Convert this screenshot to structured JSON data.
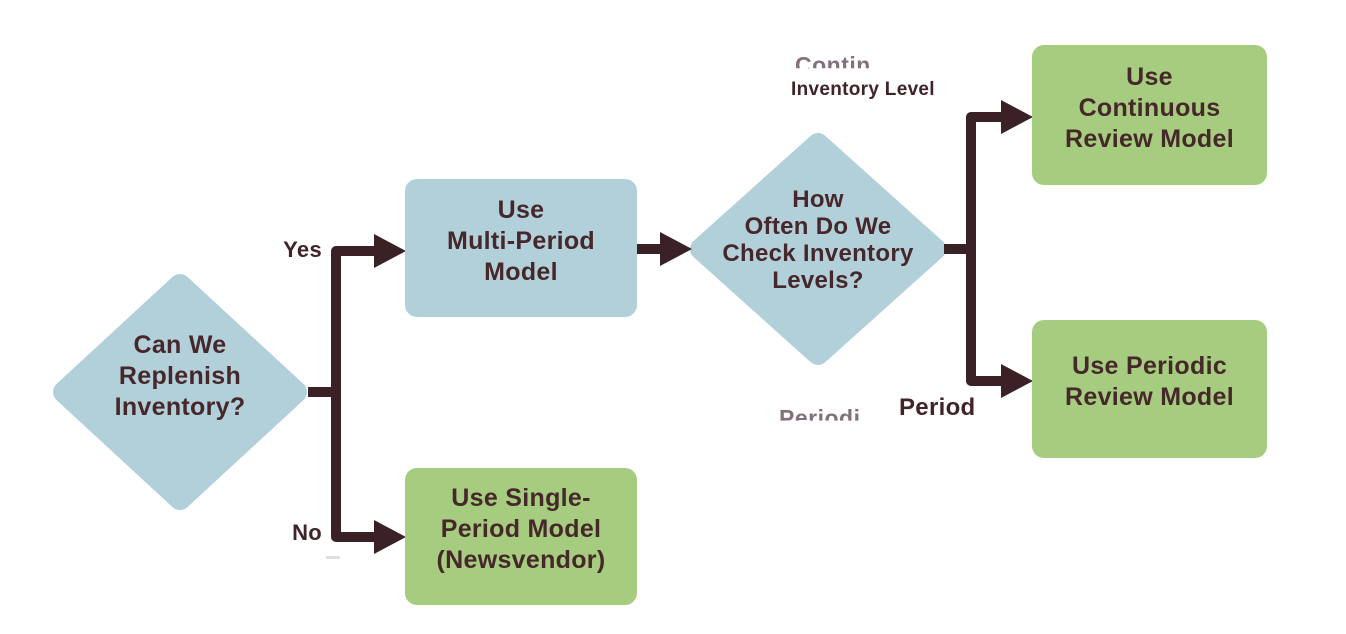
{
  "diagram": {
    "type": "flowchart",
    "topic": "Inventory model selection decision tree",
    "colors": {
      "background": "#ffffff",
      "decision_fill": "#b2d0da",
      "process_fill": "#b2d0da",
      "result_fill": "#a5cc7f",
      "connector": "#3a2126",
      "text": "#46282b"
    },
    "nodes": {
      "replenish_decision": {
        "type": "decision",
        "text": "Can We Replenish Inventory?",
        "lines": [
          "Can We",
          "Replenish",
          "Inventory?"
        ]
      },
      "multi_period": {
        "type": "process",
        "text": "Use Multi-Period Model",
        "lines": [
          "Use",
          "Multi-Period",
          "Model"
        ]
      },
      "single_period": {
        "type": "result",
        "text": "Use Single-Period Model (Newsvendor)",
        "lines": [
          "Use Single-",
          "Period Model",
          "(Newsvendor)"
        ]
      },
      "check_decision": {
        "type": "decision",
        "text": "How Often Do We Check Inventory Levels?",
        "lines": [
          "How",
          "Often Do We",
          "Check Inventory",
          "Levels?"
        ]
      },
      "continuous_review": {
        "type": "result",
        "text": "Use Continuous Review Model",
        "lines": [
          "Use",
          "Continuous",
          "Review Model"
        ]
      },
      "periodic_review": {
        "type": "result",
        "text": "Use Periodic Review Model",
        "lines": [
          "Use Periodic",
          "Review Model"
        ]
      }
    },
    "edge_labels": {
      "yes": "Yes",
      "no": "No",
      "continuous_branch": "Inventory Level",
      "periodic_branch": "Period",
      "continuous_branch_erased_remnant": "Contin",
      "periodic_branch_erased_remnant": "Periodi"
    }
  }
}
